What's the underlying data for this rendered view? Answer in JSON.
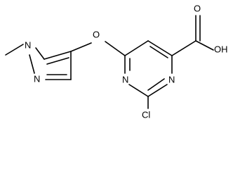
{
  "atoms": {
    "methyl_n": "N",
    "pyrazole_n": "N",
    "ether_o": "O",
    "pyrimidine_n_left": "N",
    "pyrimidine_n_right": "N",
    "chlorine": "Cl",
    "carbonyl_o": "O",
    "hydroxyl": "OH"
  }
}
